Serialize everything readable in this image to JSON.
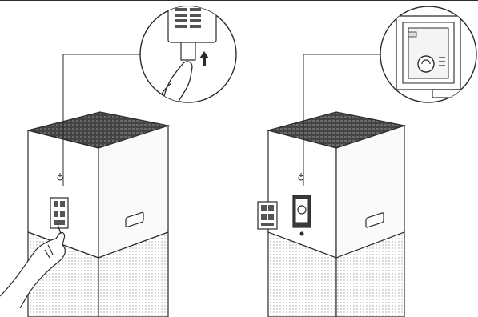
{
  "figure": {
    "panels": [
      {
        "step": "remove-cover",
        "device": "air-purifier",
        "callout_detail": "cover-tab-pulled-upward",
        "hand_present": true
      },
      {
        "step": "cover-removed-revealing-compartment",
        "device": "air-purifier",
        "callout_detail": "open-compartment",
        "hand_present": false
      }
    ],
    "colors": {
      "line": "#2b2b2b",
      "top_grille": "#3a3a3a",
      "mesh": "#d9d9d9",
      "body": "#ffffff",
      "cover": "#555555"
    }
  }
}
